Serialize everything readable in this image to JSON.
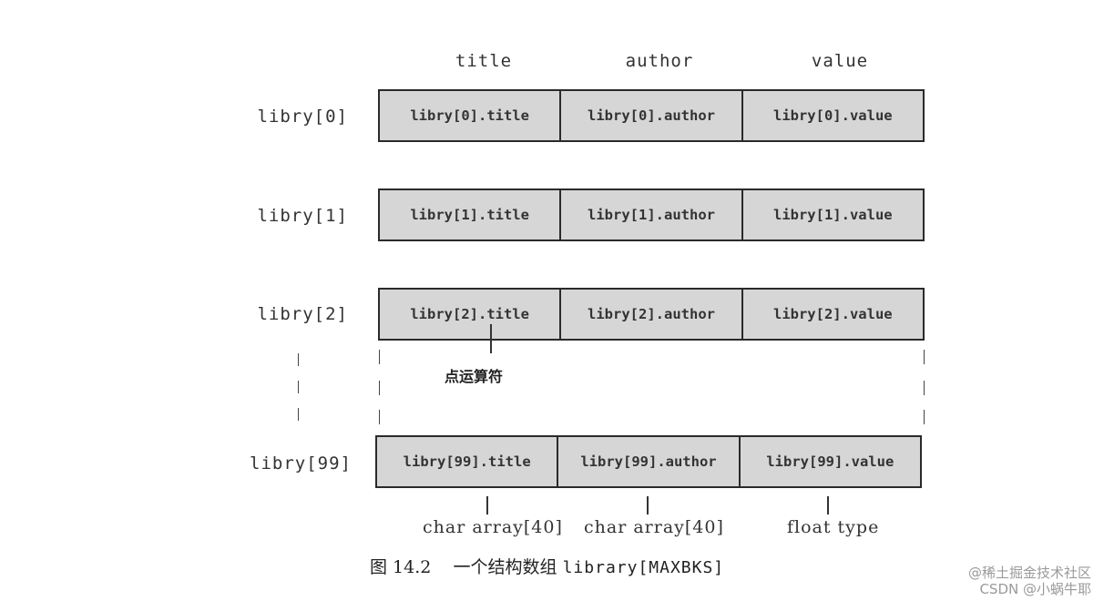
{
  "headers": [
    "title",
    "author",
    "value"
  ],
  "rows": [
    {
      "label": "libry[0]",
      "cells": [
        "libry[0].title",
        "libry[0].author",
        "libry[0].value"
      ]
    },
    {
      "label": "libry[1]",
      "cells": [
        "libry[1].title",
        "libry[1].author",
        "libry[1].value"
      ]
    },
    {
      "label": "libry[2]",
      "cells": [
        "libry[2].title",
        "libry[2].author",
        "libry[2].value"
      ]
    },
    {
      "label": "libry[99]",
      "cells": [
        "libry[99].title",
        "libry[99].author",
        "libry[99].value"
      ]
    }
  ],
  "pointer_label": "点运算符",
  "types": [
    "char array[40]",
    "char array[40]",
    "float type"
  ],
  "caption": {
    "fig": "图 14.2",
    "text": "一个结构数组",
    "code": "library[MAXBKS]"
  },
  "watermark": {
    "line1": "@稀土掘金技术社区",
    "line2": "CSDN @小蜗牛耶"
  }
}
